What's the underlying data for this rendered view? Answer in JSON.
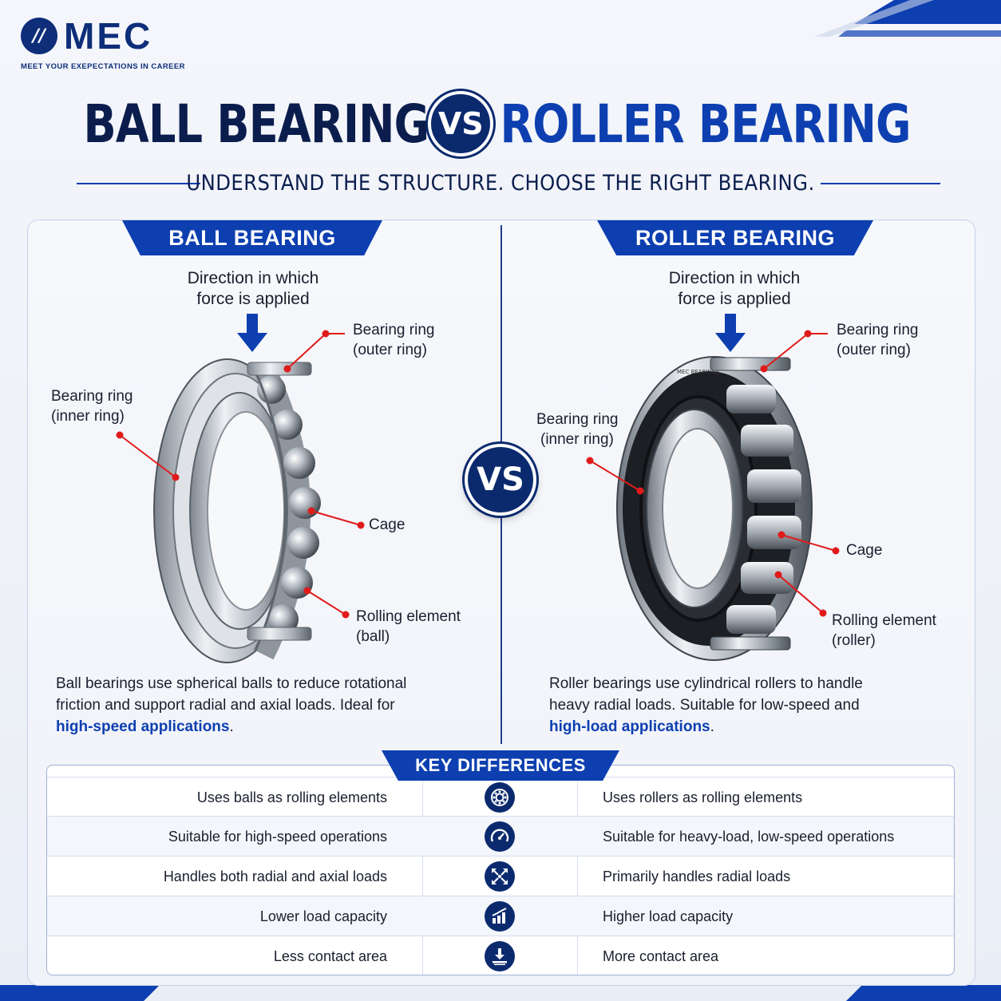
{
  "logo": {
    "text": "MEC",
    "tagline": "MEET YOUR EXEPECTATIONS IN CAREER"
  },
  "header": {
    "title_left": "BALL BEARING",
    "vs": "VS",
    "title_right": "ROLLER BEARING",
    "subtitle": "UNDERSTAND THE STRUCTURE. CHOOSE THE RIGHT BEARING."
  },
  "ball": {
    "banner": "BALL BEARING",
    "direction_line1": "Direction in which",
    "direction_line2": "force is applied",
    "outer_ring_line1": "Bearing ring",
    "outer_ring_line2": "(outer ring)",
    "inner_ring_line1": "Bearing ring",
    "inner_ring_line2": "(inner ring)",
    "cage": "Cage",
    "rolling_line1": "Rolling element",
    "rolling_line2": "(ball)",
    "desc_line1": "Ball bearings use spherical balls to reduce rotational",
    "desc_line2": "friction and support radial and axial loads. Ideal for",
    "desc_highlight": "high-speed applications",
    "desc_end": "."
  },
  "roller": {
    "banner": "ROLLER BEARING",
    "direction_line1": "Direction in which",
    "direction_line2": "force is applied",
    "outer_ring_line1": "Bearing ring",
    "outer_ring_line2": "(outer ring)",
    "inner_ring_line1": "Bearing ring",
    "inner_ring_line2": "(inner ring)",
    "cage": "Cage",
    "rolling_line1": "Rolling element",
    "rolling_line2": "(roller)",
    "desc_line1": "Roller bearings use cylindrical rollers to handle",
    "desc_line2": "heavy radial loads. Suitable for low-speed and",
    "desc_highlight": "high-load applications",
    "desc_end": ".",
    "engraving": "MEC BEARINGS"
  },
  "vs_mid": "VS",
  "key_differences": {
    "title": "KEY DIFFERENCES",
    "rows": [
      {
        "left": "Uses balls as rolling elements",
        "icon": "bearing-icon",
        "right": "Uses rollers as rolling elements"
      },
      {
        "left": "Suitable for high-speed operations",
        "icon": "speedometer-icon",
        "right": "Suitable for heavy-load, low-speed operations"
      },
      {
        "left": "Handles both radial and axial loads",
        "icon": "arrows-expand-icon",
        "right": "Primarily handles radial loads"
      },
      {
        "left": "Lower load capacity",
        "icon": "bar-chart-icon",
        "right": "Higher load capacity"
      },
      {
        "left": "Less contact area",
        "icon": "contact-area-icon",
        "right": "More contact area"
      }
    ]
  },
  "colors": {
    "navy": "#0b2a6e",
    "blue": "#0d3fb0",
    "red": "#e01b1b"
  }
}
